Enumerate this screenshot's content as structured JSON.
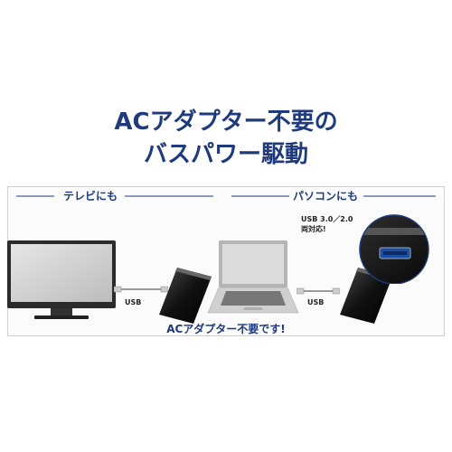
{
  "headline": {
    "line1": "ACアダプター不要の",
    "line2": "バスパワー駆動"
  },
  "sections": {
    "tv": {
      "label": "テレビにも",
      "cable_label": "USB"
    },
    "pc": {
      "label": "パソコンにも",
      "cable_label": "USB"
    }
  },
  "callout": {
    "line1": "USB 3.0／2.0",
    "line2": "両対応!"
  },
  "footer_note": "ACアダプター不要です!",
  "colors": {
    "accent": "#1f3a7d",
    "drive": "#111111",
    "device_gray": "#cfcfcf"
  }
}
